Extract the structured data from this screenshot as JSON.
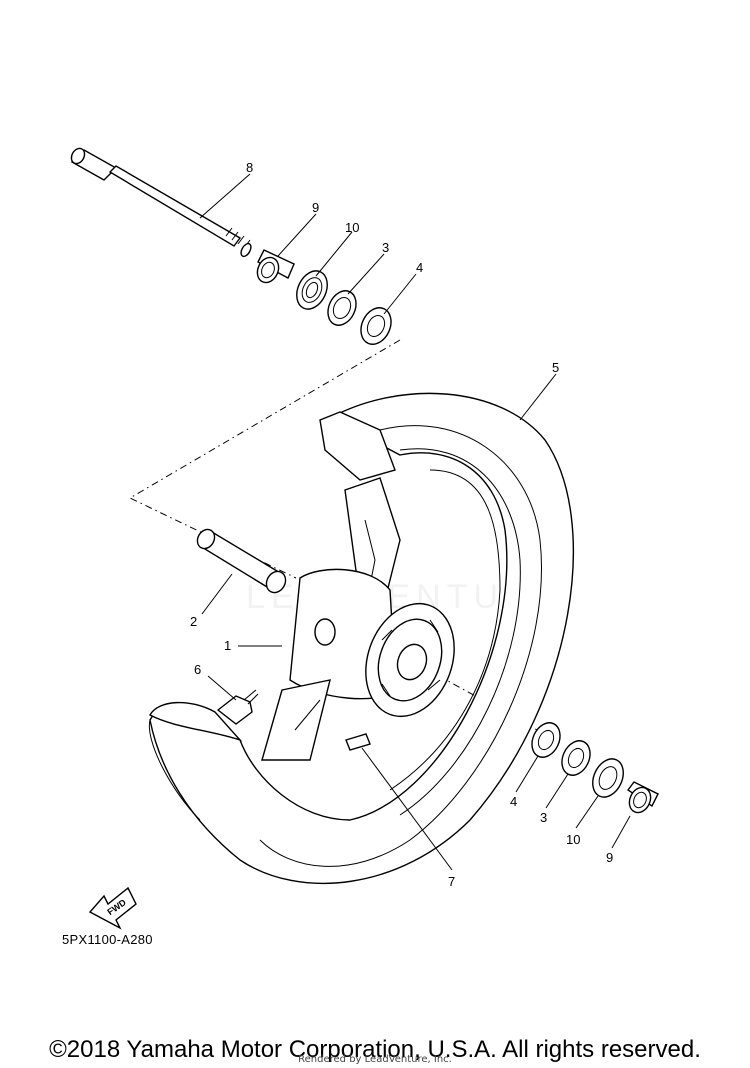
{
  "diagram": {
    "callouts": [
      "8",
      "9",
      "10",
      "3",
      "4",
      "5",
      "2",
      "1",
      "6",
      "4",
      "3",
      "10",
      "9",
      "7"
    ],
    "fwd_label": "FWD",
    "part_code": "5PX1100-A280"
  },
  "footer": {
    "copyright": "©2018 Yamaha Motor Corporation, U.S.A. All rights reserved.",
    "rendered_by": "Rendered by LeadVenture, Inc."
  },
  "watermark": {
    "text": "LEADVENTURE"
  }
}
